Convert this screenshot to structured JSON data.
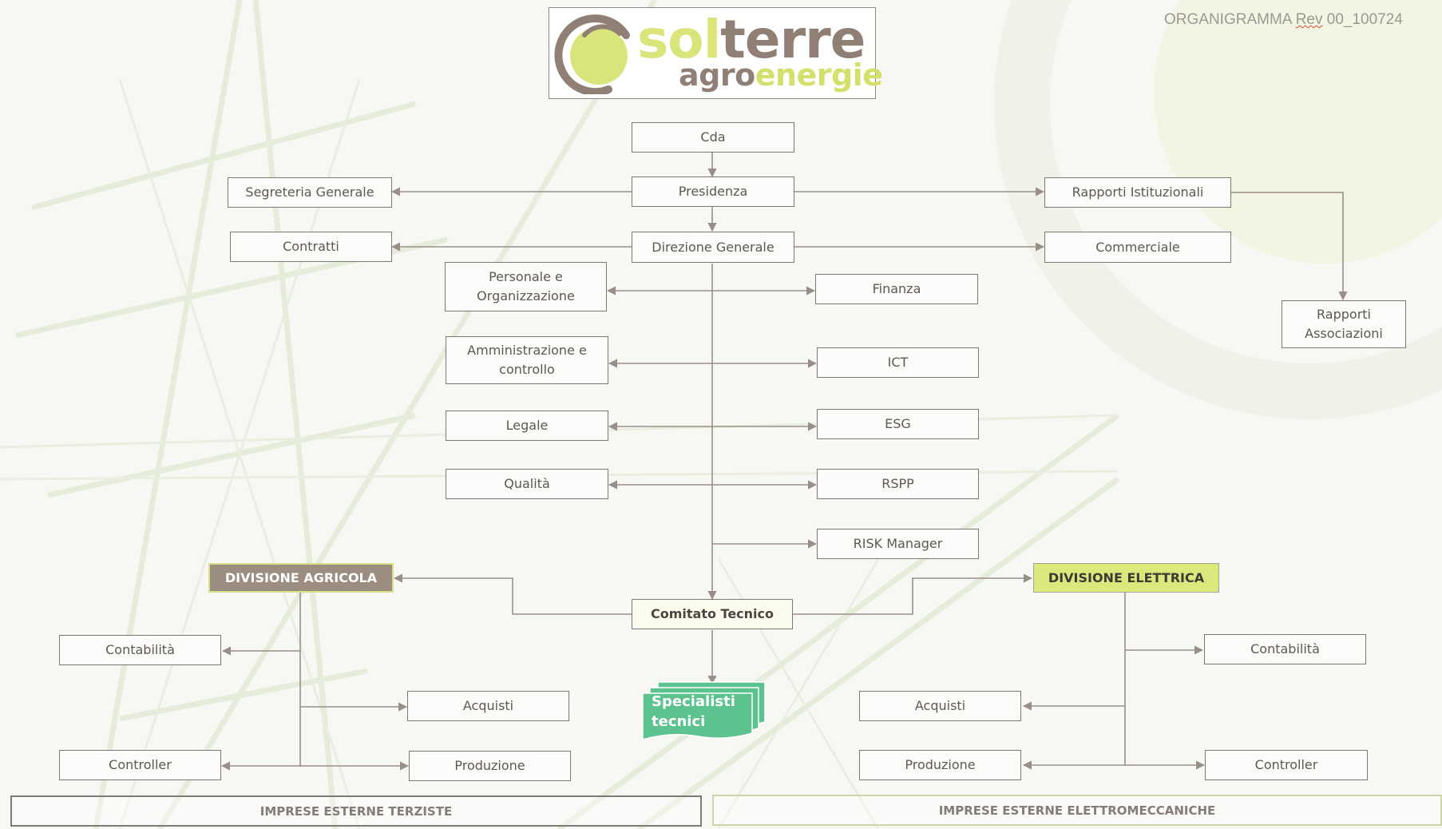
{
  "document": {
    "revision_prefix": "ORGANIGRAMMA ",
    "revision_squiggle": "Rev",
    "revision_suffix": " 00_100724"
  },
  "logo": {
    "word1a": "sol",
    "word1b": "terre",
    "word2a": "agro",
    "word2b": "energie"
  },
  "nodes": {
    "cda": "Cda",
    "presidenza": "Presidenza",
    "segreteria_generale": "Segreteria Generale",
    "rapporti_istituzionali": "Rapporti Istituzionali",
    "direzione_generale": "Direzione Generale",
    "contratti": "Contratti",
    "commerciale": "Commerciale",
    "rapporti_associazioni": "Rapporti Associazioni",
    "personale_organizzazione": "Personale e Organizzazione",
    "finanza": "Finanza",
    "amministrazione_controllo": "Amministrazione e controllo",
    "ict": "ICT",
    "legale": "Legale",
    "esg": "ESG",
    "qualita": "Qualità",
    "rspp": "RSPP",
    "risk_manager": "RISK Manager",
    "divisione_agricola": "DIVISIONE AGRICOLA",
    "divisione_elettrica": "DIVISIONE ELETTRICA",
    "comitato_tecnico": "Comitato Tecnico",
    "specialisti_tecnici": "Specialisti tecnici",
    "agri_contabilita": "Contabilità",
    "agri_acquisti": "Acquisti",
    "agri_controller": "Controller",
    "agri_produzione": "Produzione",
    "elet_contabilita": "Contabilità",
    "elet_acquisti": "Acquisti",
    "elet_produzione": "Produzione",
    "elet_controller": "Controller",
    "imprese_terziste": "IMPRESE ESTERNE TERZISTE",
    "imprese_elettromeccaniche": "IMPRESE ESTERNE ELETTROMECCANICHE"
  },
  "colors": {
    "line": "#9a8f88",
    "division_agricola": "#9b8d80",
    "division_elettrica": "#dbe87c",
    "specialisti": "#5cc38e",
    "logo_green": "#d9e47a",
    "logo_brown": "#8f7f75"
  }
}
